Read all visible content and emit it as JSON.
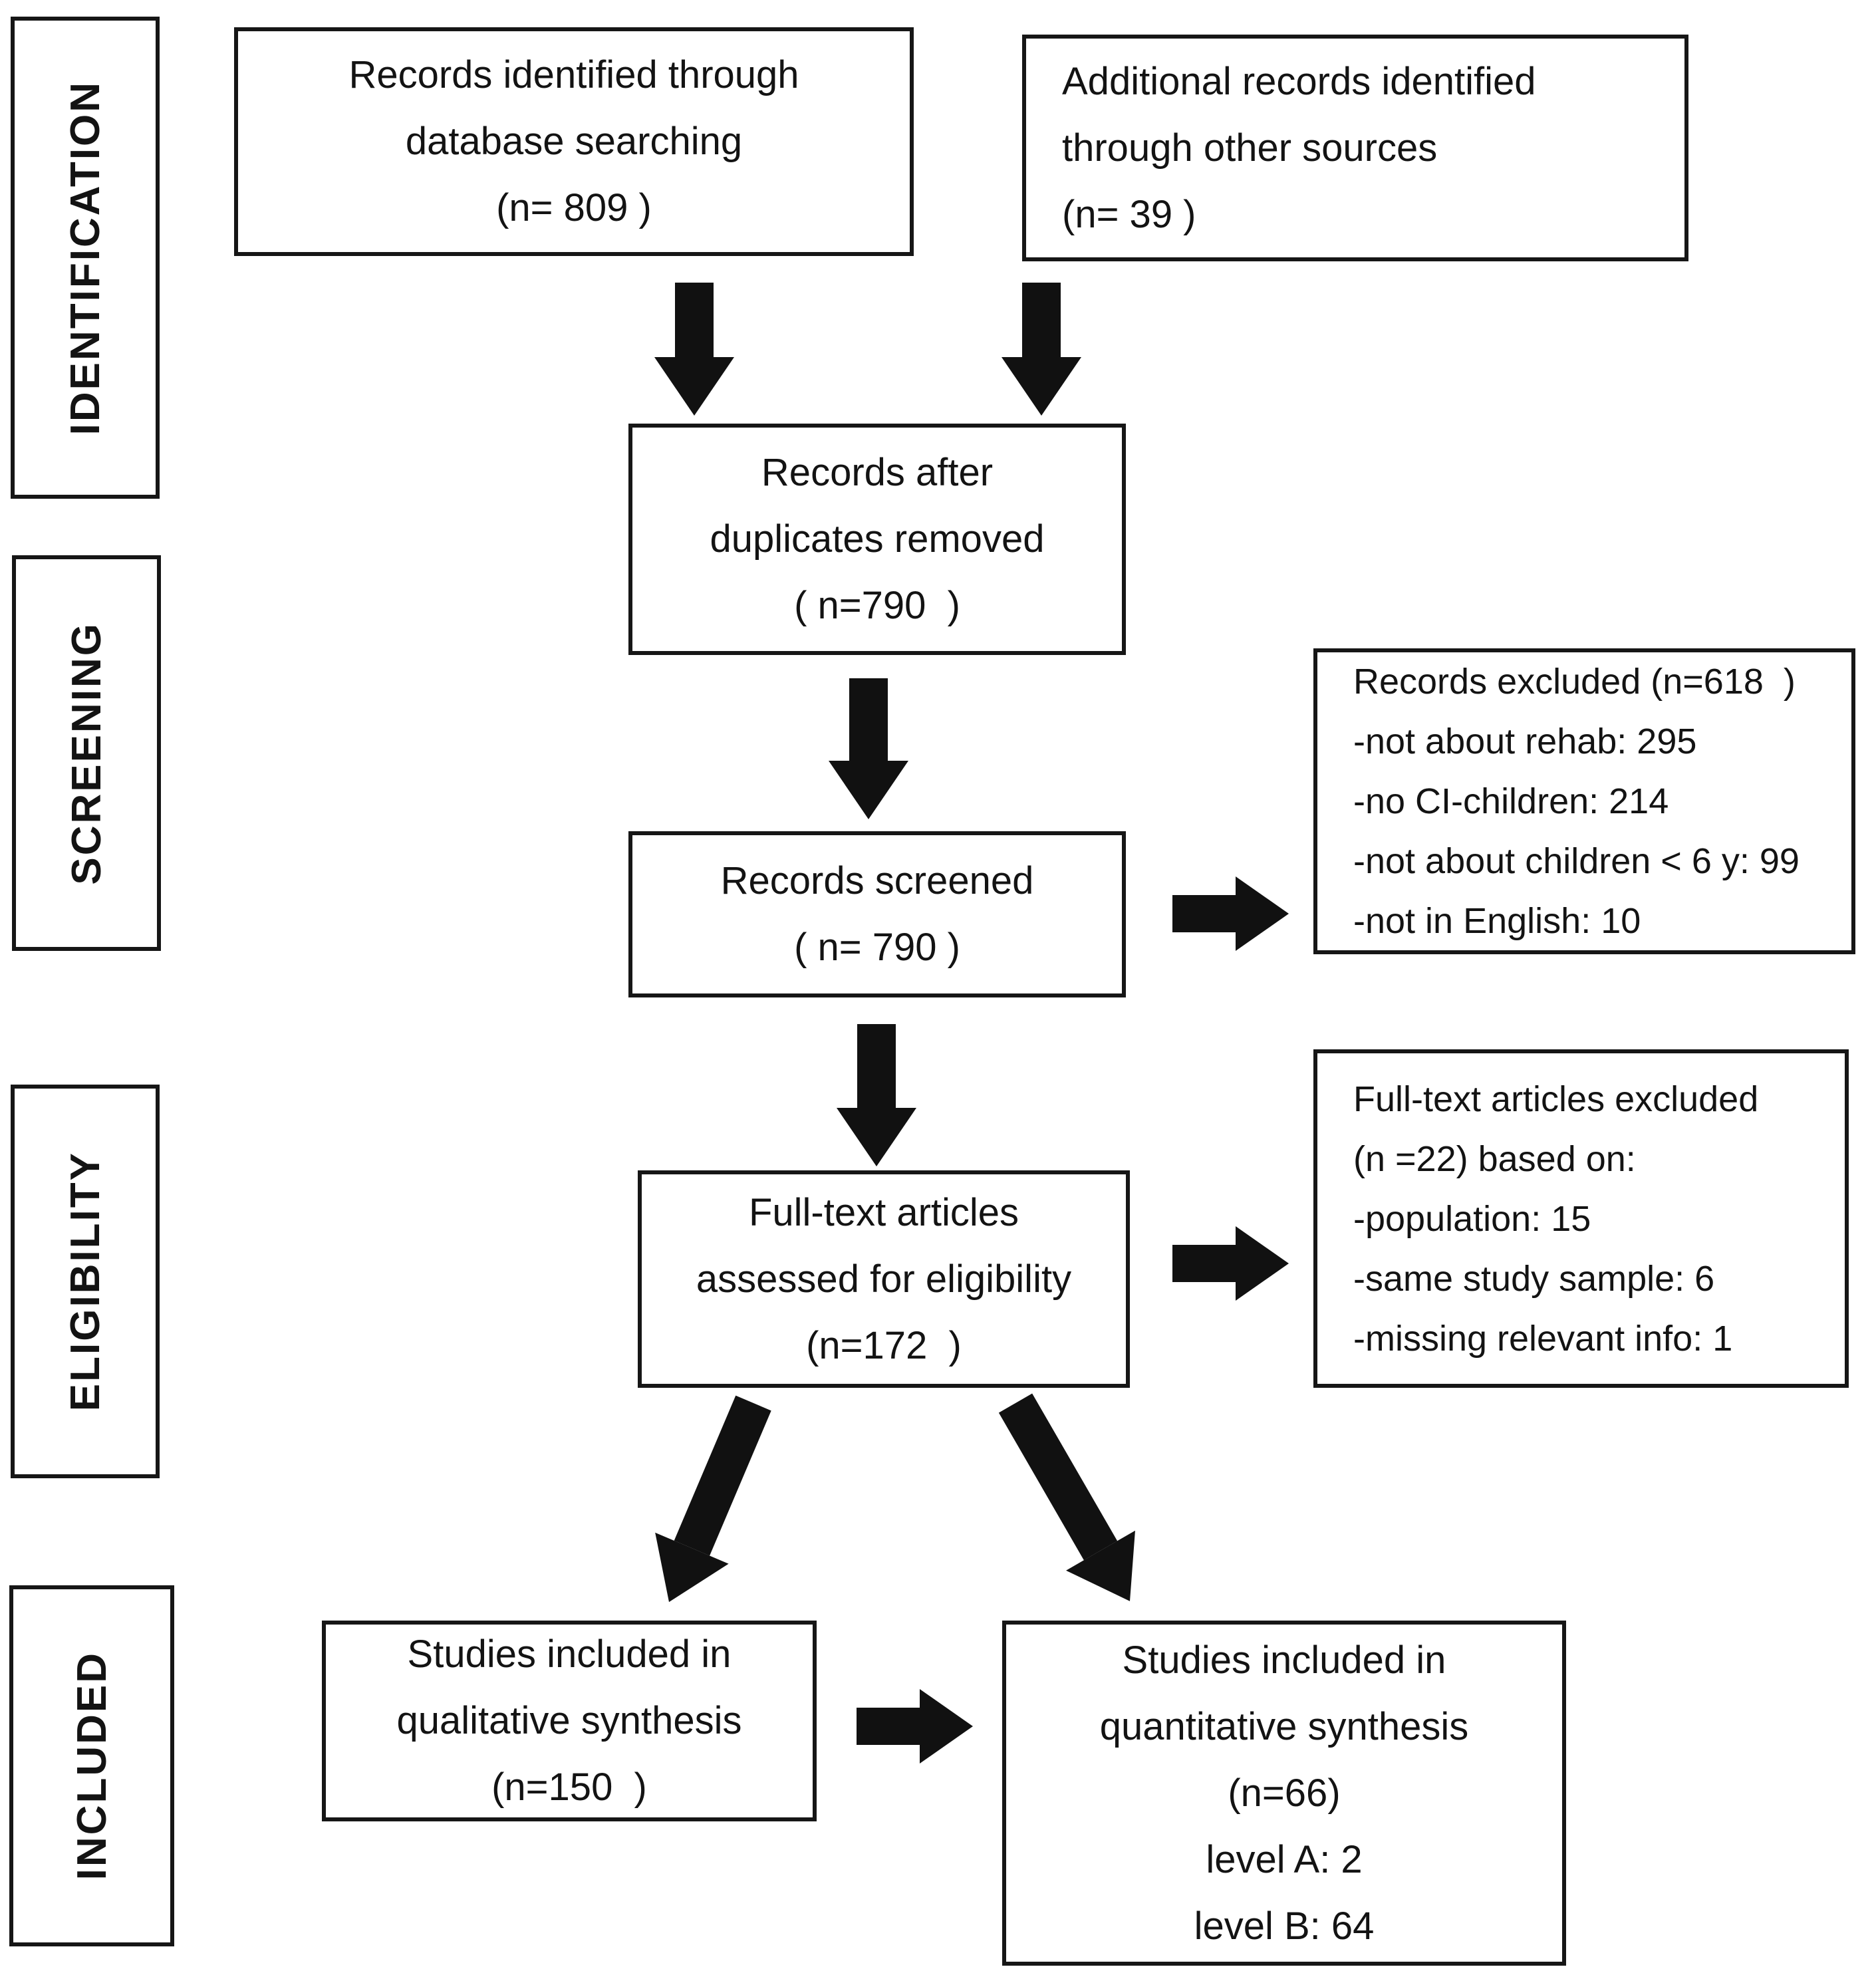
{
  "diagram": {
    "type": "prisma-flow-diagram",
    "colors": {
      "ink": "#111111",
      "background": "#ffffff"
    },
    "stages": [
      {
        "label": "IDENTIFICATION"
      },
      {
        "label": "SCREENING"
      },
      {
        "label": "ELIGIBILITY"
      },
      {
        "label": "INCLUDED"
      }
    ],
    "boxes": {
      "identified": {
        "lines": [
          "Records identified through",
          "database searching",
          "(n= 809 )"
        ]
      },
      "additional": {
        "lines": [
          "Additional records identified",
          "through other sources",
          "(n= 39 )"
        ]
      },
      "duplicates": {
        "lines": [
          "Records after",
          "duplicates removed",
          "( n=790  )"
        ]
      },
      "screened": {
        "lines": [
          "Records screened",
          "( n= 790 )"
        ]
      },
      "records_excluded": {
        "lines": [
          "Records excluded (n=618  )",
          "-not about rehab: 295",
          "-no CI-children: 214",
          "-not about children < 6 y: 99",
          "-not in English: 10"
        ]
      },
      "fulltext": {
        "lines": [
          "Full-text articles",
          "assessed for eligibility",
          "(n=172  )"
        ]
      },
      "fulltext_excluded": {
        "lines": [
          "Full-text articles excluded",
          "(n =22) based on:",
          "-population: 15",
          "-same study sample: 6",
          "-missing relevant info: 1"
        ]
      },
      "qualitative": {
        "lines": [
          "Studies included in",
          "qualitative synthesis",
          "(n=150  )"
        ]
      },
      "quantitative": {
        "lines": [
          "Studies included in",
          "quantitative synthesis",
          "(n=66)",
          "level A: 2",
          "level B: 64"
        ]
      }
    }
  }
}
